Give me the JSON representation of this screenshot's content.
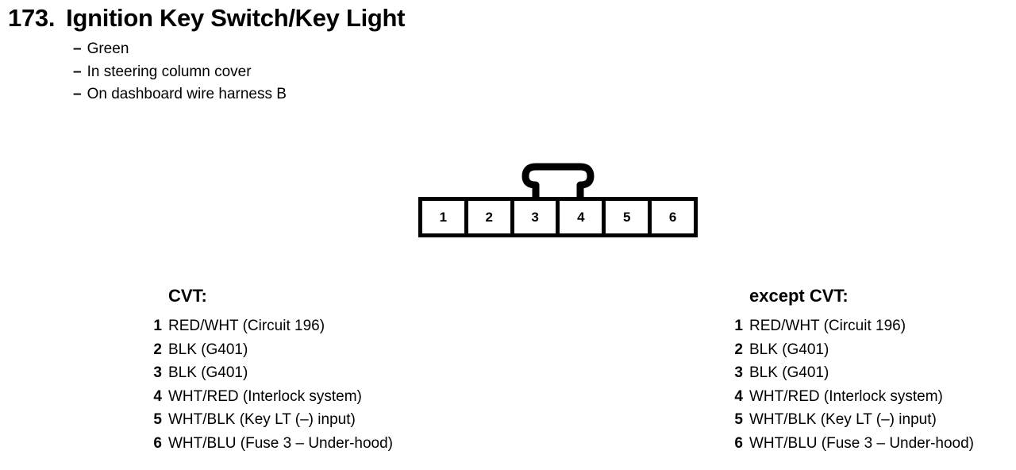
{
  "header": {
    "number": "173.",
    "title": "Ignition Key Switch/Key Light",
    "bullets": [
      {
        "dash": "–",
        "text": "Green"
      },
      {
        "dash": "–",
        "text": "In steering column cover"
      },
      {
        "dash": "–",
        "text": "On dashboard wire harness B"
      }
    ]
  },
  "connector": {
    "name": "6-pin connector",
    "tab": "locking-tab",
    "pins": [
      "1",
      "2",
      "3",
      "4",
      "5",
      "6"
    ]
  },
  "legends": [
    {
      "heading": "CVT:",
      "rows": [
        {
          "pin": "1",
          "desc": "RED/WHT (Circuit 196)"
        },
        {
          "pin": "2",
          "desc": "BLK (G401)"
        },
        {
          "pin": "3",
          "desc": "BLK (G401)"
        },
        {
          "pin": "4",
          "desc": "WHT/RED (Interlock system)"
        },
        {
          "pin": "5",
          "desc": "WHT/BLK (Key LT (–) input)"
        },
        {
          "pin": "6",
          "desc": "WHT/BLU (Fuse 3 – Under-hood)"
        }
      ]
    },
    {
      "heading": "except CVT:",
      "rows": [
        {
          "pin": "1",
          "desc": "RED/WHT (Circuit 196)"
        },
        {
          "pin": "2",
          "desc": "BLK (G401)"
        },
        {
          "pin": "3",
          "desc": "BLK (G401)"
        },
        {
          "pin": "4",
          "desc": "WHT/RED (Interlock system)"
        },
        {
          "pin": "5",
          "desc": "WHT/BLK (Key LT (–) input)"
        },
        {
          "pin": "6",
          "desc": "WHT/BLU (Fuse 3 – Under-hood)"
        }
      ]
    }
  ]
}
